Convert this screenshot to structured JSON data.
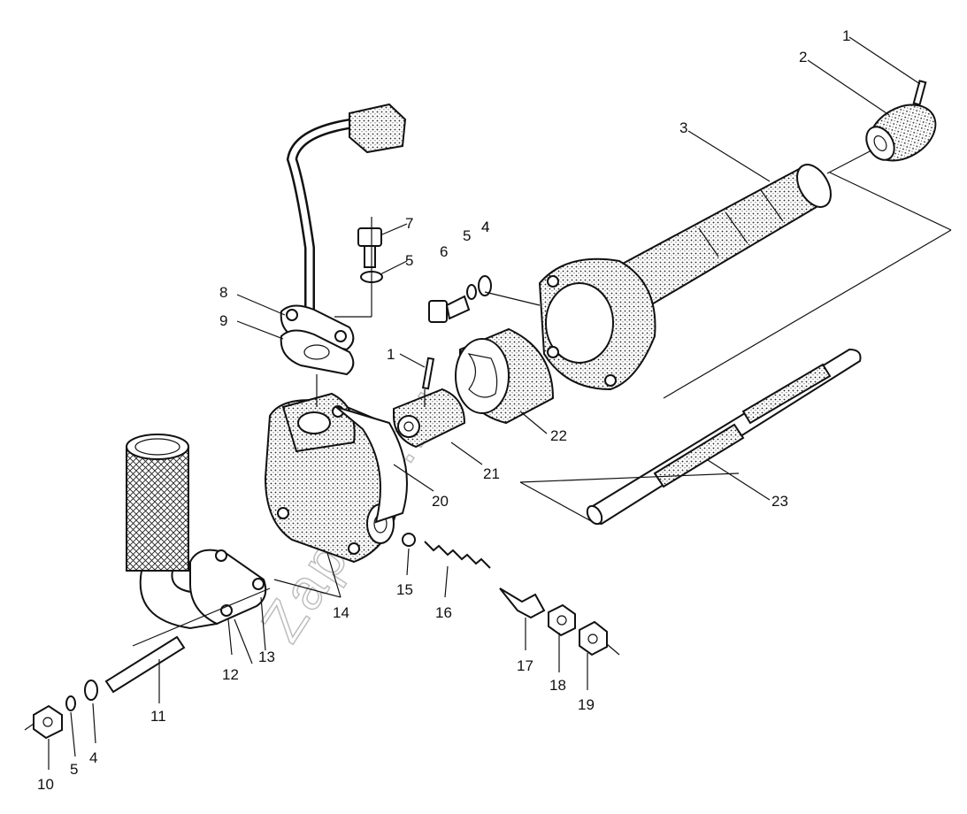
{
  "watermark": "Zapinfo.ru",
  "callouts": [
    "1",
    "2",
    "3",
    "4",
    "5",
    "6",
    "7",
    "5",
    "4",
    "8",
    "9",
    "1",
    "20",
    "21",
    "22",
    "23",
    "12",
    "13",
    "14",
    "15",
    "16",
    "17",
    "18",
    "19",
    "11",
    "10",
    "5",
    "4"
  ]
}
